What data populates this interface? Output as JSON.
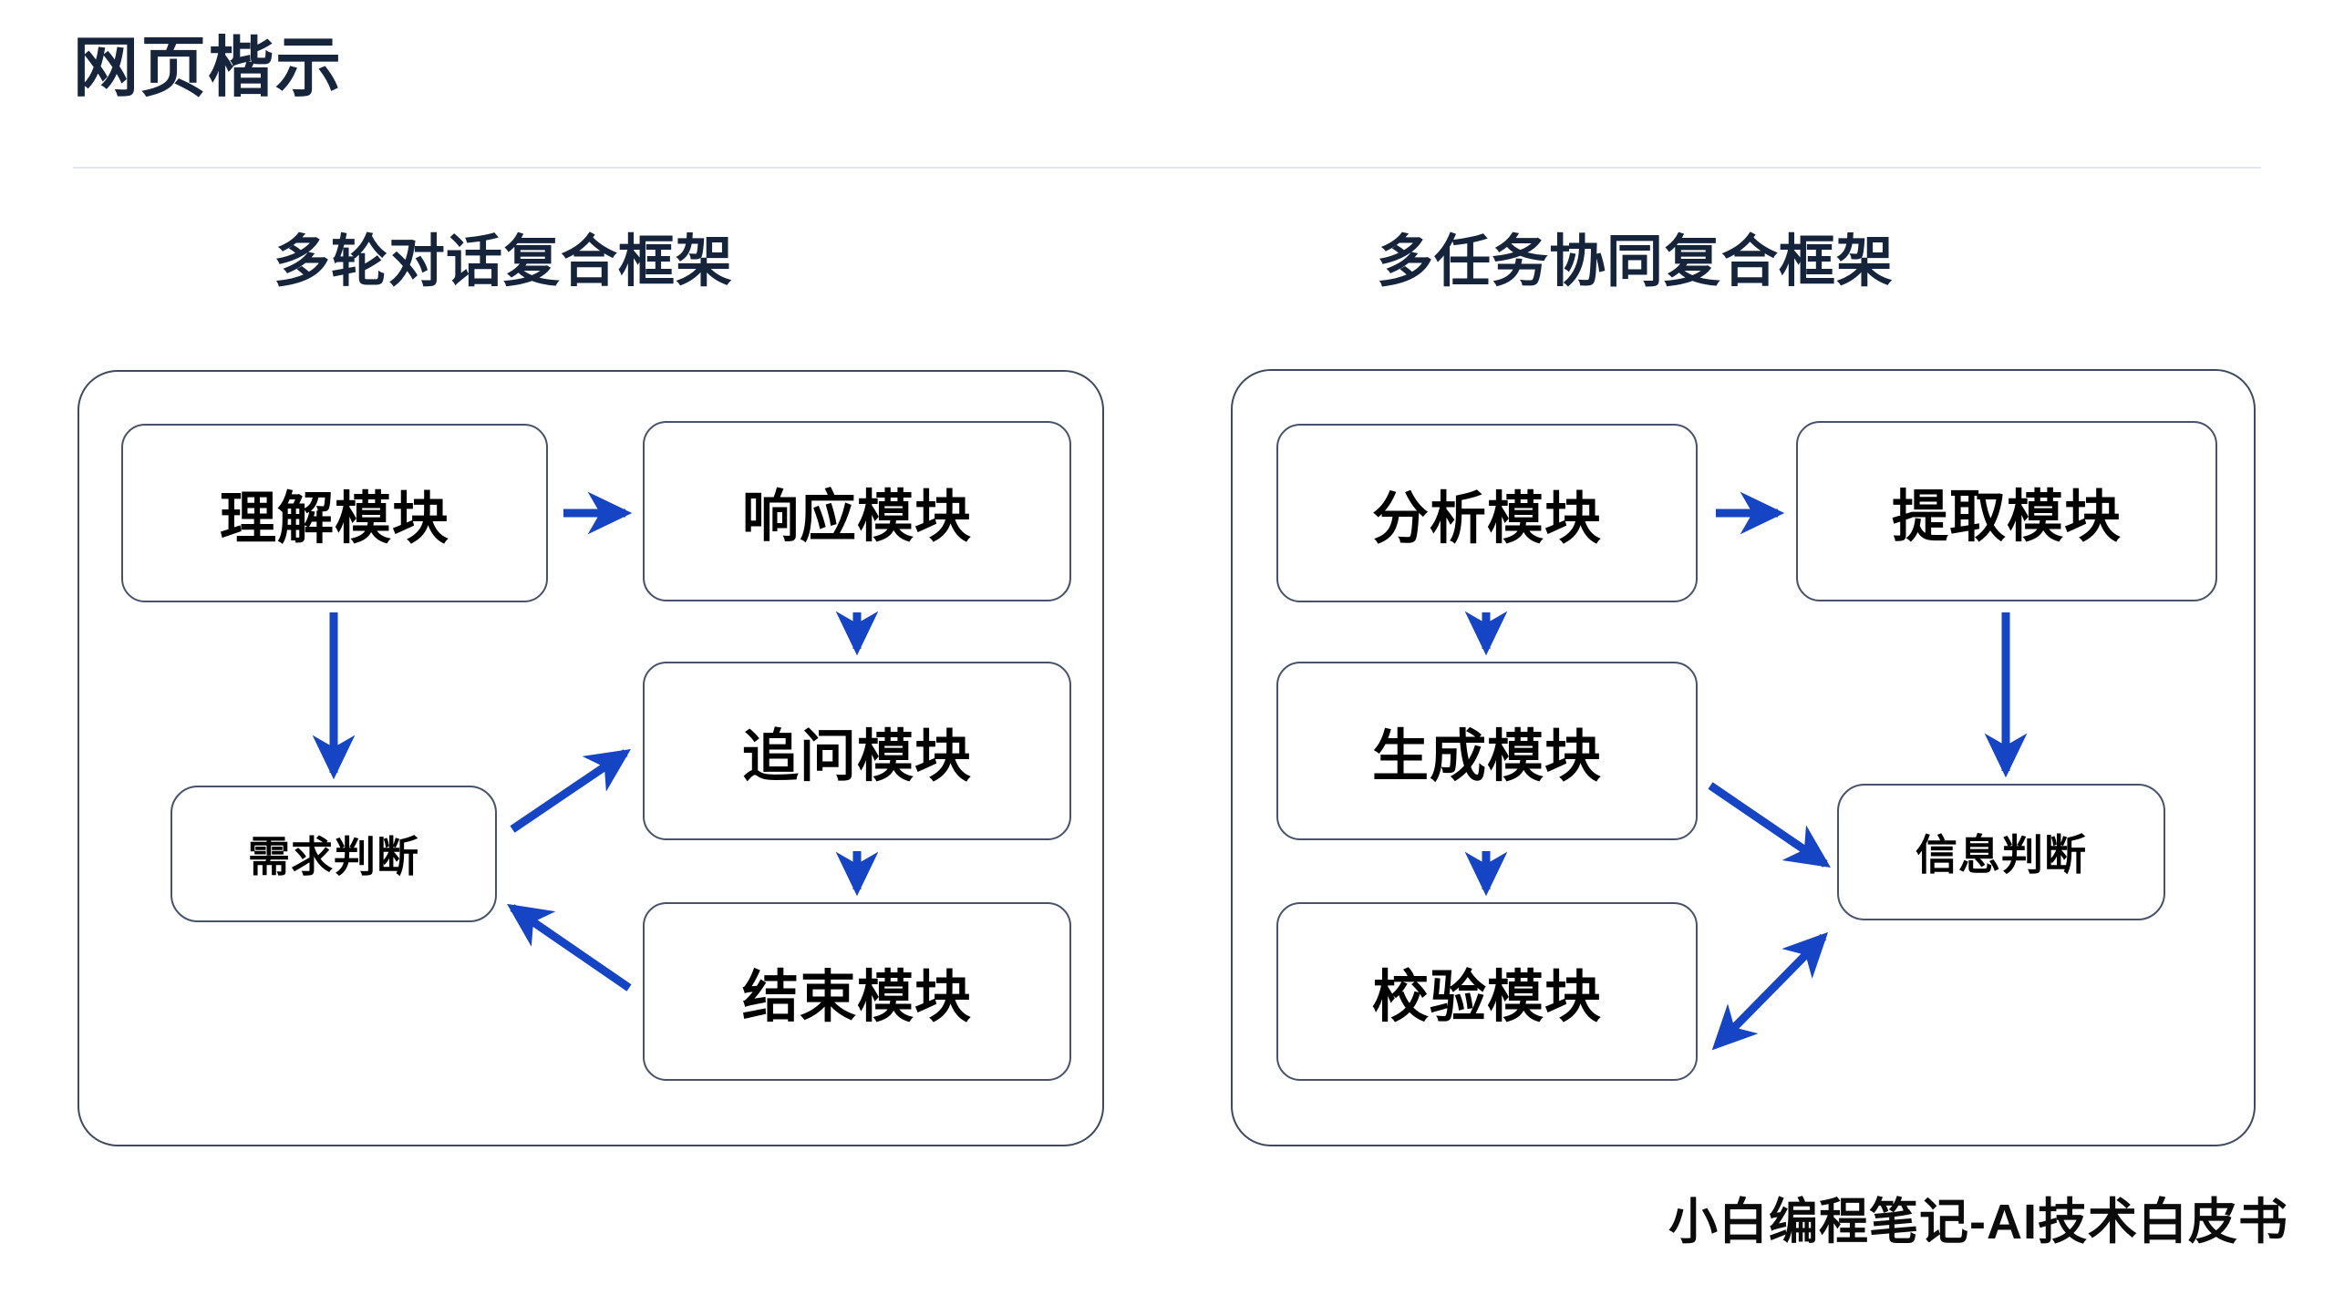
{
  "page": {
    "title": "网页楷示",
    "title_color": "#16253c",
    "background": "#ffffff",
    "accent_color": "#1544c4",
    "box_border_color": "#46536b"
  },
  "columns": [
    {
      "id": "multi-turn-dialogue",
      "heading": "多轮对话复合框架",
      "nodes": [
        {
          "id": "understand",
          "label": "理解模块"
        },
        {
          "id": "respond",
          "label": "响应模块"
        },
        {
          "id": "demand",
          "label": "需求判断"
        },
        {
          "id": "followup",
          "label": "追问模块"
        },
        {
          "id": "end",
          "label": "结束模块"
        }
      ],
      "edges": [
        {
          "from": "理解模块",
          "to": "响应模块",
          "style": "straight-right"
        },
        {
          "from": "理解模块",
          "to": "需求判断",
          "style": "straight-down"
        },
        {
          "from": "响应模块",
          "to": "追问模块",
          "style": "straight-down"
        },
        {
          "from": "需求判断",
          "to": "追问模块",
          "style": "diagonal-up-right"
        },
        {
          "from": "追问模块",
          "to": "结束模块",
          "style": "straight-down"
        },
        {
          "from": "结束模块",
          "to": "需求判断",
          "style": "diagonal-up-left"
        }
      ]
    },
    {
      "id": "multi-task-collaboration",
      "heading": "多任务协同复合框架",
      "nodes": [
        {
          "id": "analyze",
          "label": "分析模块"
        },
        {
          "id": "extract",
          "label": "提取模块"
        },
        {
          "id": "generate",
          "label": "生成模块"
        },
        {
          "id": "verify",
          "label": "校验模块"
        },
        {
          "id": "infojudge",
          "label": "信息判断"
        }
      ],
      "edges": [
        {
          "from": "分析模块",
          "to": "提取模块",
          "style": "straight-right"
        },
        {
          "from": "分析模块",
          "to": "生成模块",
          "style": "straight-down"
        },
        {
          "from": "提取模块",
          "to": "信息判断",
          "style": "straight-down-long"
        },
        {
          "from": "生成模块",
          "to": "信息判断",
          "style": "diagonal-down-right"
        },
        {
          "from": "生成模块",
          "to": "校验模块",
          "style": "straight-down"
        },
        {
          "from": "校验模块",
          "to": "信息判断",
          "style": "diagonal-double"
        }
      ]
    }
  ],
  "footer": {
    "watermark": "小白编程笔记-AI技术白皮书"
  }
}
